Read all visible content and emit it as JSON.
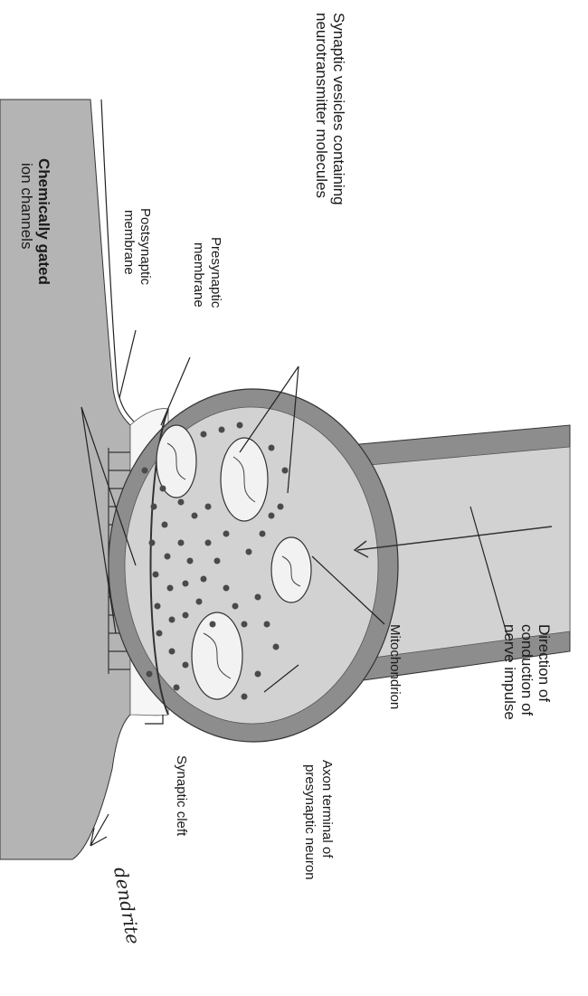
{
  "labels": {
    "vesicles_line1": "Synaptic vesicles containing",
    "vesicles_line2": "neurotransmitter molecules",
    "chem_line1": "Chemically gated",
    "chem_line2": "ion channels",
    "postsyn_line1": "Postsynaptic",
    "postsyn_line2": "membrane",
    "presyn_line1": "Presynaptic",
    "presyn_line2": "membrane",
    "direction_line1": "Direction of",
    "direction_line2": "conduction of",
    "direction_line3": "nerve impulse",
    "mitochondrion": "Mitochondrion",
    "axon_line1": "Axon terminal of",
    "axon_line2": "presynaptic neuron",
    "cleft": "Synaptic cleft",
    "dendrite": "dendrite"
  },
  "colors": {
    "postsynaptic_fill": "#b4b4b4",
    "axon_membrane": "#8d8d8d",
    "axon_interior": "#d2d2d2",
    "vesicle": "#4a4a4a",
    "cleft": "#f6f6f6",
    "line": "#222222"
  }
}
